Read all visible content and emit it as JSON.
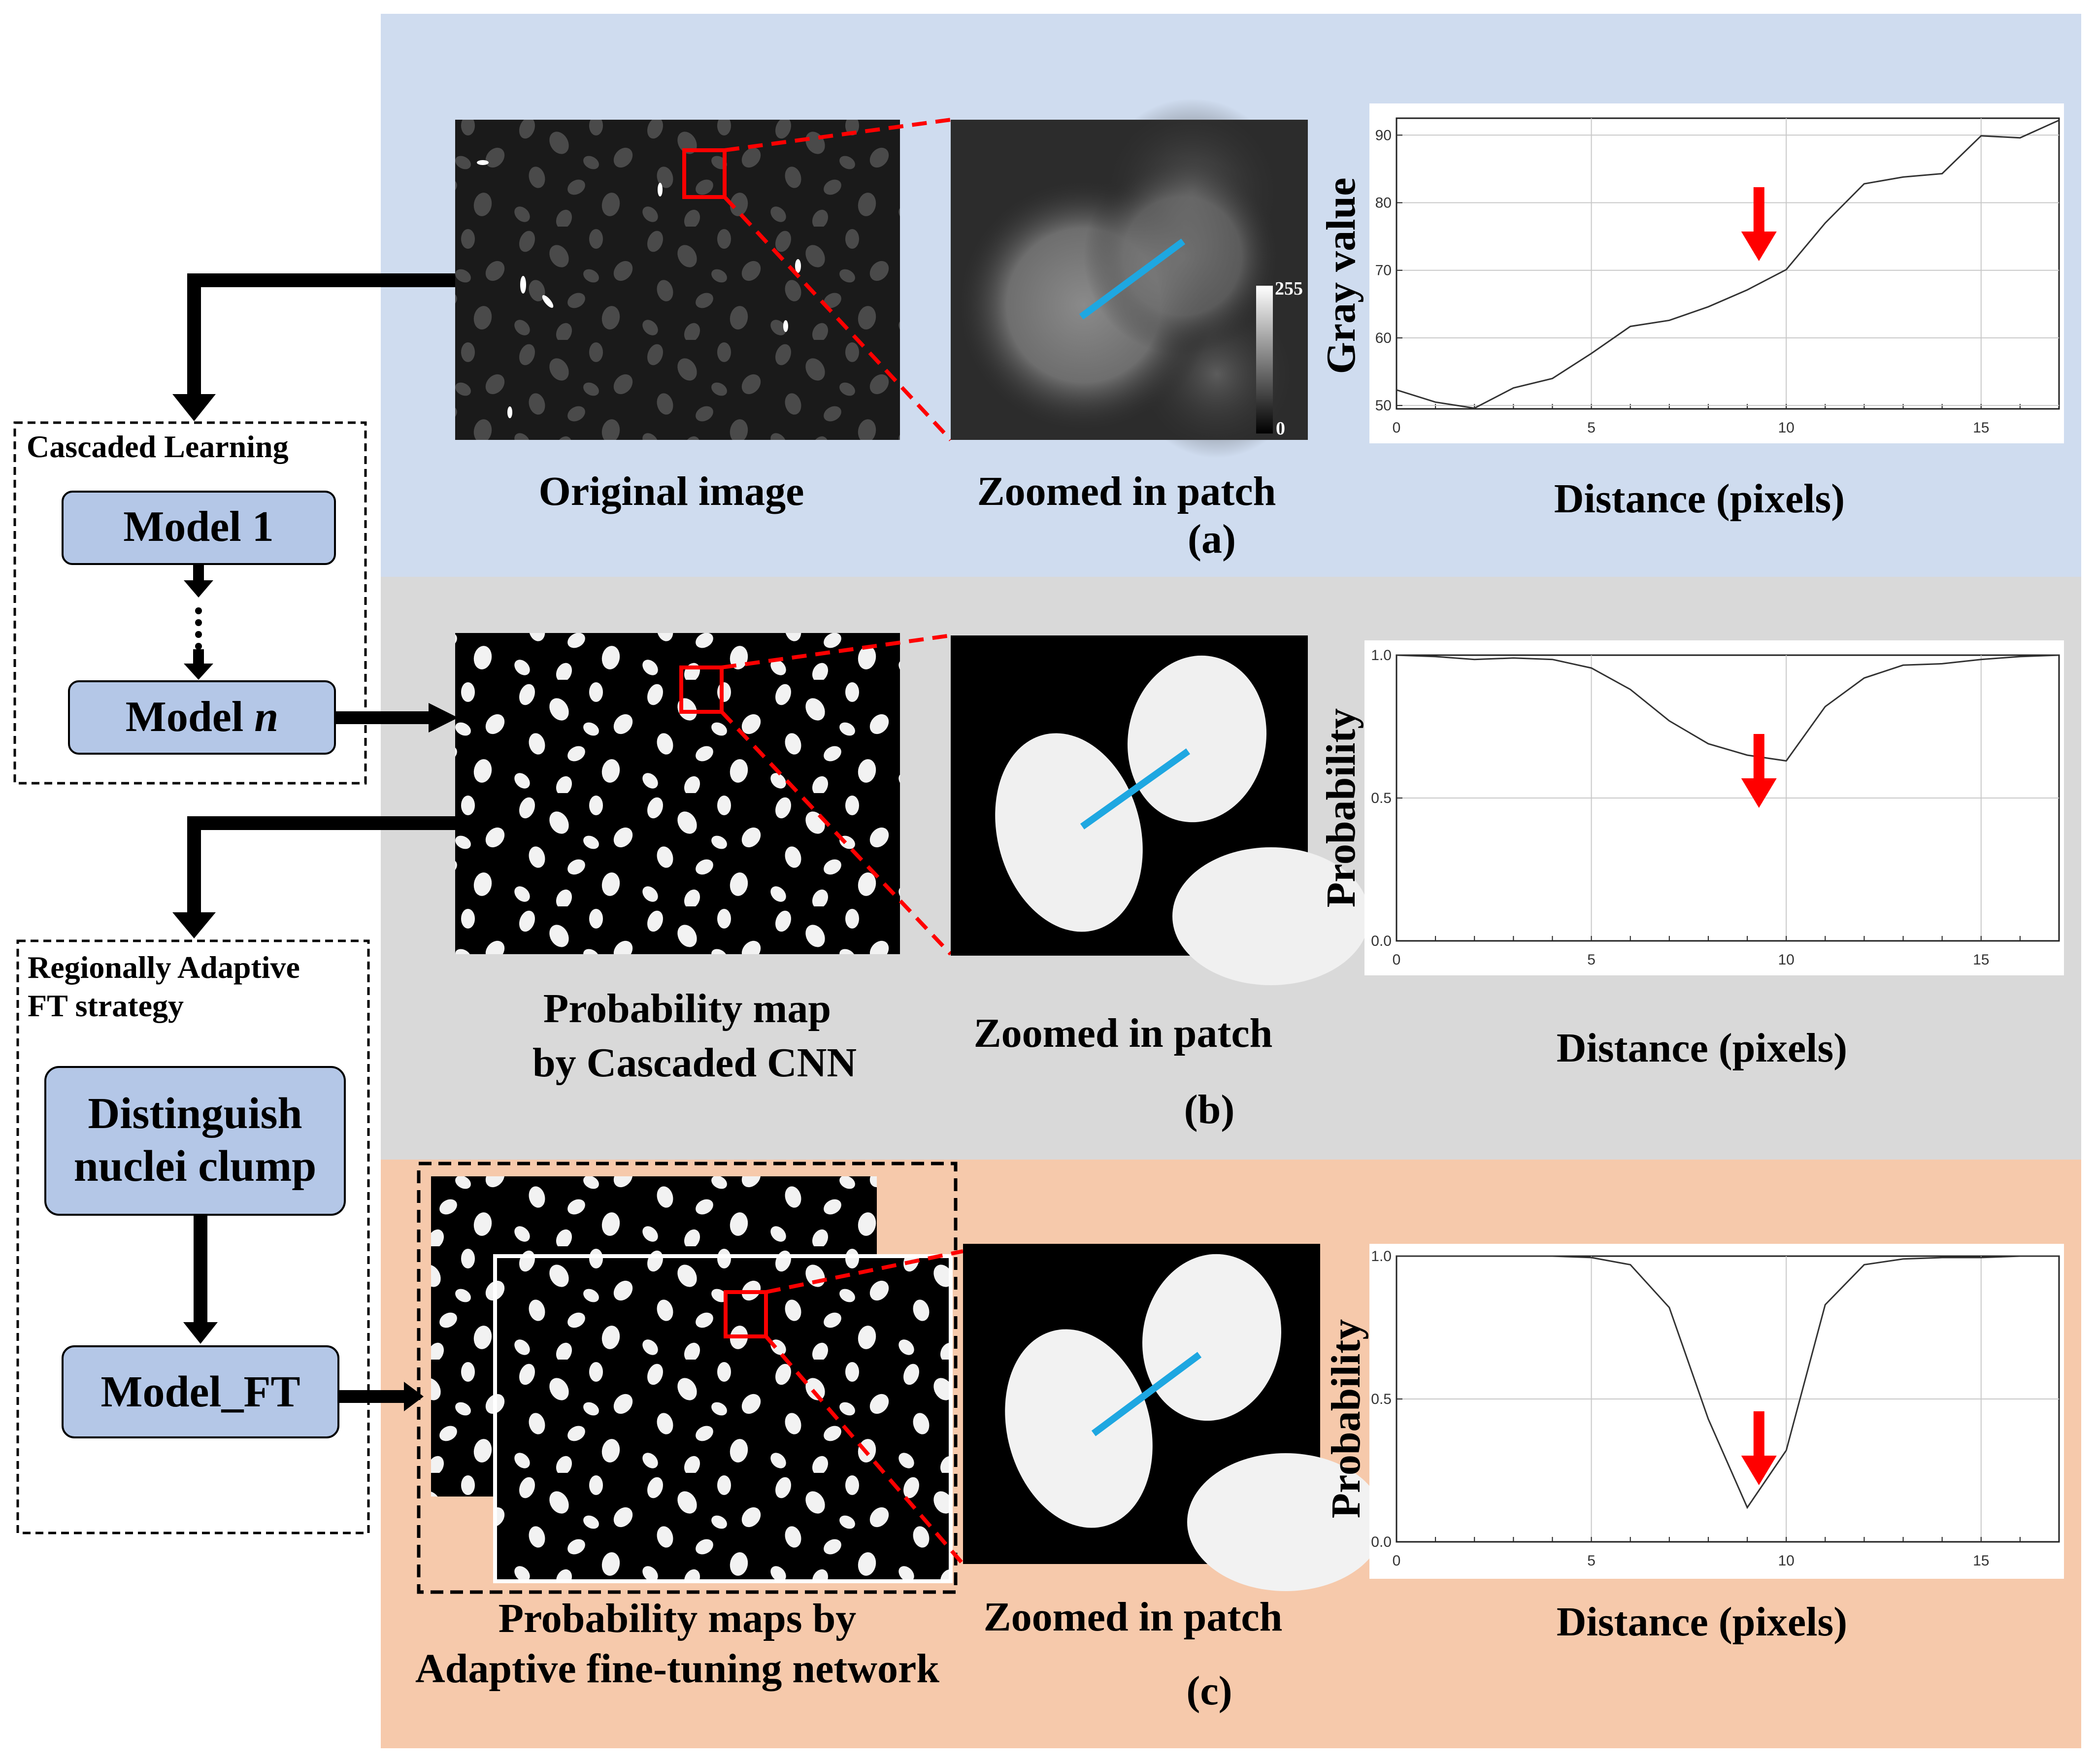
{
  "left": {
    "cascaded_title": "Cascaded Learning",
    "model1": "Model 1",
    "model_n_prefix": "Model ",
    "model_n_italic": "n",
    "adaptive_title_line1": "Regionally Adaptive",
    "adaptive_title_line2": "FT strategy",
    "distinguish_line1": "Distinguish",
    "distinguish_line2": "nuclei clump",
    "model_ft": "Model_FT"
  },
  "colors": {
    "panel_a": "#cfdcef",
    "panel_b": "#d9d9d9",
    "panel_c": "#f6c9ab",
    "box_fill": "#b4c7e7",
    "red": "#ff0000",
    "blue_line": "#1ea7e1"
  },
  "panels": {
    "a": {
      "label": "(a)",
      "caption_image": "Original image",
      "caption_zoom": "Zoomed in patch",
      "colorbar_max": "255",
      "colorbar_min": "0",
      "ylabel": "Gray value",
      "xlabel": "Distance (pixels)"
    },
    "b": {
      "label": "(b)",
      "caption_image_line1": "Probability map",
      "caption_image_line2": "by Cascaded CNN",
      "caption_zoom": "Zoomed in patch",
      "ylabel": "Probability",
      "xlabel": "Distance (pixels)"
    },
    "c": {
      "label": "(c)",
      "caption_image_line1": "Probability maps  by",
      "caption_image_line2": "Adaptive fine-tuning network",
      "caption_zoom": "Zoomed in patch",
      "ylabel": "Probability",
      "xlabel": "Distance (pixels)"
    }
  },
  "chart_data": [
    {
      "type": "line",
      "x": [
        0,
        1,
        2,
        3,
        4,
        5,
        6,
        7,
        8,
        9,
        10,
        11,
        12,
        13,
        14,
        15,
        16,
        17
      ],
      "y": [
        52.3,
        50.5,
        49.6,
        52.6,
        54.0,
        57.7,
        61.7,
        62.6,
        64.6,
        67.1,
        70.1,
        77.0,
        82.8,
        83.8,
        84.3,
        89.9,
        89.6,
        92.2
      ],
      "xticks": [
        "0",
        "5",
        "10",
        "15"
      ],
      "yticks": [
        "50",
        "60",
        "70",
        "80",
        "90"
      ],
      "xlim": [
        0,
        17
      ],
      "ylim": [
        49.5,
        92.5
      ],
      "arrow_x": 9.3,
      "grid": true
    },
    {
      "type": "line",
      "x": [
        0,
        1,
        2,
        3,
        4,
        5,
        6,
        7,
        8,
        9,
        10,
        11,
        12,
        13,
        14,
        15,
        16,
        17
      ],
      "y": [
        1.0,
        0.995,
        0.985,
        0.99,
        0.985,
        0.955,
        0.88,
        0.77,
        0.69,
        0.65,
        0.63,
        0.82,
        0.92,
        0.965,
        0.97,
        0.985,
        0.995,
        1.0
      ],
      "xticks": [
        "0",
        "5",
        "10",
        "15"
      ],
      "yticks": [
        "0.0",
        "0.5",
        "1.0"
      ],
      "xlim": [
        0,
        17
      ],
      "ylim": [
        0,
        1.0
      ],
      "arrow_x": 9.3,
      "grid": true
    },
    {
      "type": "line",
      "x": [
        0,
        1,
        2,
        3,
        4,
        5,
        6,
        7,
        8,
        9,
        10,
        11,
        12,
        13,
        14,
        15,
        16,
        17
      ],
      "y": [
        1.0,
        1.0,
        1.0,
        1.0,
        1.0,
        0.995,
        0.97,
        0.82,
        0.43,
        0.12,
        0.32,
        0.83,
        0.97,
        0.99,
        0.995,
        0.995,
        1.0,
        1.0
      ],
      "xticks": [
        "0",
        "5",
        "10",
        "15"
      ],
      "yticks": [
        "0.0",
        "0.5",
        "1.0"
      ],
      "xlim": [
        0,
        17
      ],
      "ylim": [
        0,
        1.0
      ],
      "arrow_x": 9.3,
      "grid": true
    }
  ]
}
